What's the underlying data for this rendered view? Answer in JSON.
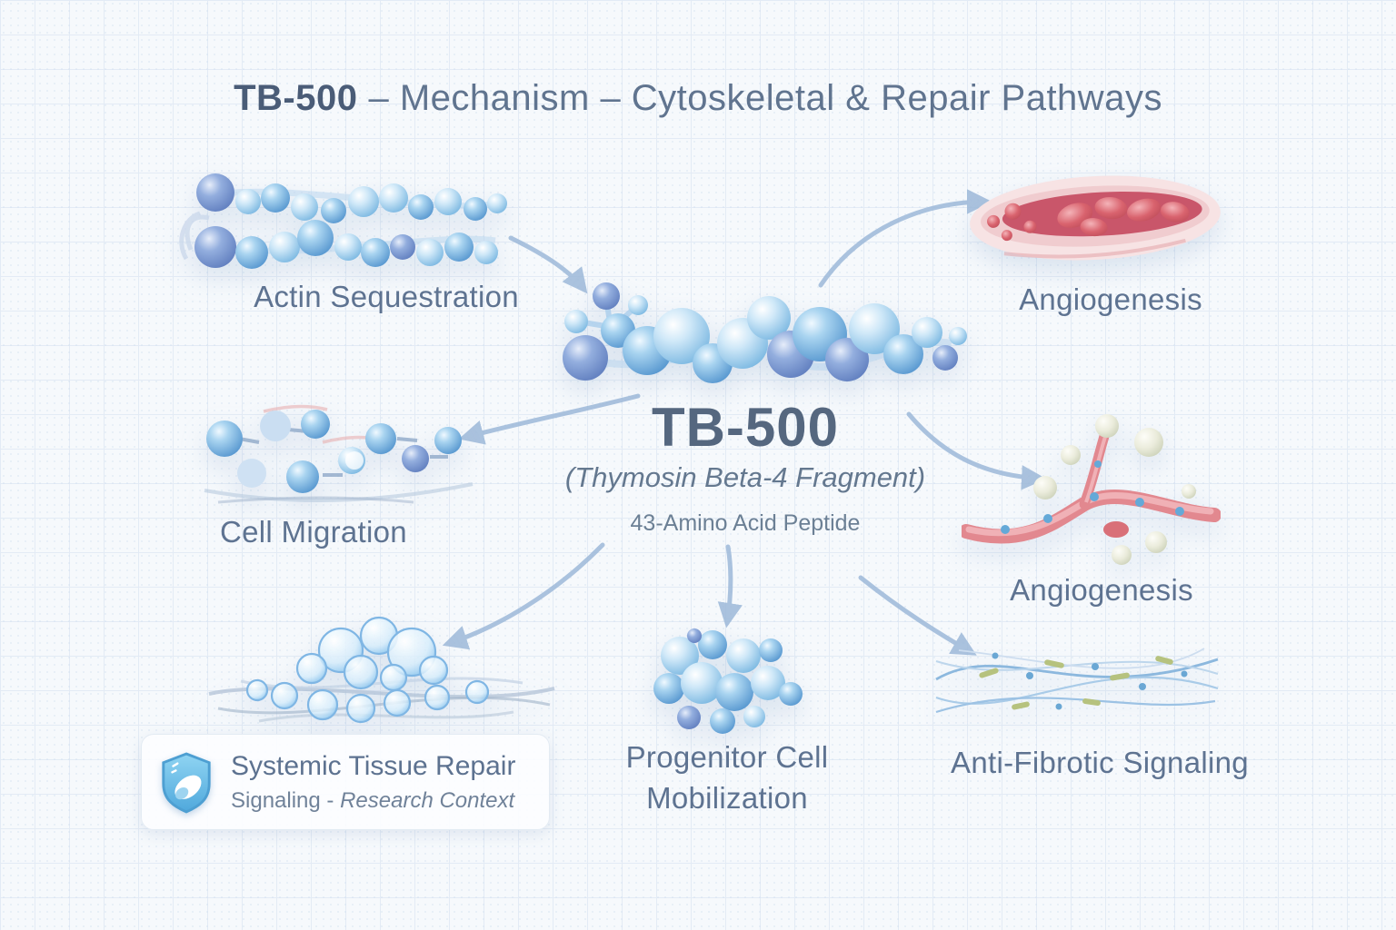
{
  "title": {
    "brand": "TB-500",
    "rest": "– Mechanism – Cytoskeletal & Repair Pathways"
  },
  "center_node": {
    "title": "TB-500",
    "subtitle": "(Thymosin Beta-4 Fragment)",
    "caption": "43-Amino Acid Peptide",
    "illustration": "peptide-molecule"
  },
  "nodes": {
    "actin_sequestration": {
      "label": "Actin Sequestration",
      "illustration": "actin-filament-chain"
    },
    "angiogenesis_vessel": {
      "label": "Angiogenesis",
      "illustration": "blood-vessel-cutaway"
    },
    "cell_migration": {
      "label": "Cell Migration",
      "illustration": "migrating-cells"
    },
    "angiogenesis_sprouting": {
      "label": "Angiogenesis",
      "illustration": "sprouting-vessel-branch"
    },
    "tissue_repair": {
      "badge_title": "Systemic Tissue Repair",
      "badge_subtitle_prefix": "Signaling - ",
      "badge_subtitle_italic": "Research Context",
      "badge_icon": "shield-cell-icon",
      "illustration": "cell-cluster-on-fibers"
    },
    "progenitor_mobilization": {
      "label_line1": "Progenitor Cell",
      "label_line2": "Mobilization",
      "illustration": "progenitor-cell-cluster"
    },
    "anti_fibrotic": {
      "label": "Anti-Fibrotic Signaling",
      "illustration": "anti-fibrotic-fiber-mesh"
    }
  },
  "colors": {
    "arrow": "#9db9d9",
    "accent_blue": "#5b9fd6",
    "vessel_red": "#cd5f69",
    "label_text": "#5e7391",
    "title_text": "#4a5c77",
    "background": "#f6f9fc",
    "grid_line": "#e3ebf5"
  }
}
